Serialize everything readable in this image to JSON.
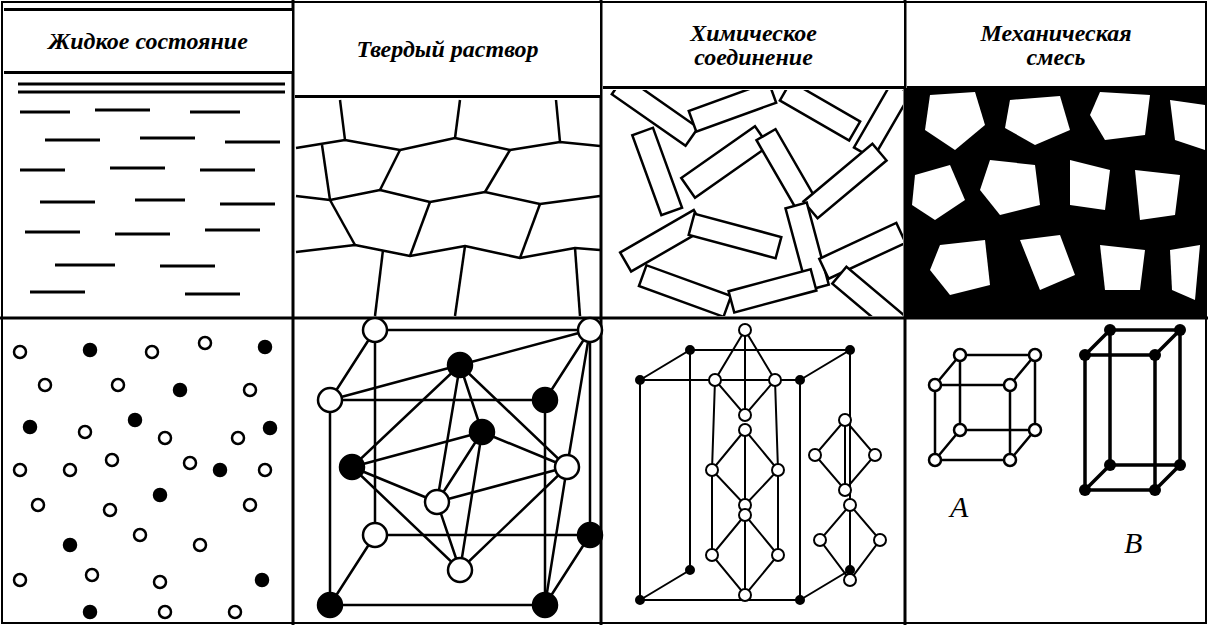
{
  "diagram": {
    "nodes": [
      {
        "text": [
          "Жидкое состояние"
        ]
      },
      {
        "text": [
          "Твердый раствор"
        ]
      },
      {
        "text": [
          "Химическое соединение"
        ]
      },
      {
        "text": [
          "Механическая смесь"
        ]
      }
    ],
    "labels": [
      "A",
      "B"
    ]
  }
}
